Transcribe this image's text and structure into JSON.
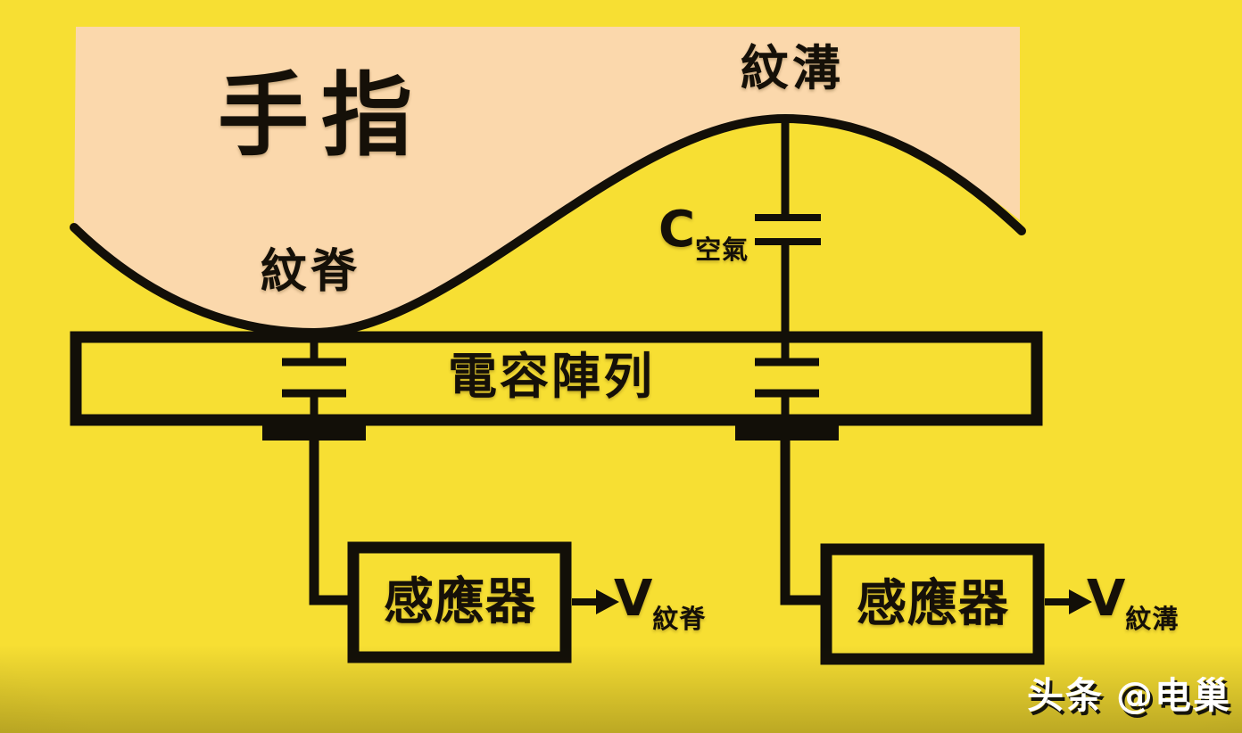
{
  "colors": {
    "background": "#F7DF33",
    "finger_fill": "#FBD8AC",
    "line": "#120F08",
    "watermark_text": "#FFFFFF"
  },
  "finger": {
    "label": "手指"
  },
  "fingerprint": {
    "groove_label": "紋溝",
    "ridge_label": "紋脊"
  },
  "air_capacitor": {
    "symbol": "C",
    "subscript": "空氣"
  },
  "array": {
    "label": "電容陣列"
  },
  "sensors": [
    {
      "label": "感應器",
      "output_symbol": "V",
      "output_subscript": "紋脊"
    },
    {
      "label": "感應器",
      "output_symbol": "V",
      "output_subscript": "紋溝"
    }
  ],
  "watermark": {
    "prefix": "头条",
    "handle": "@电巢"
  }
}
